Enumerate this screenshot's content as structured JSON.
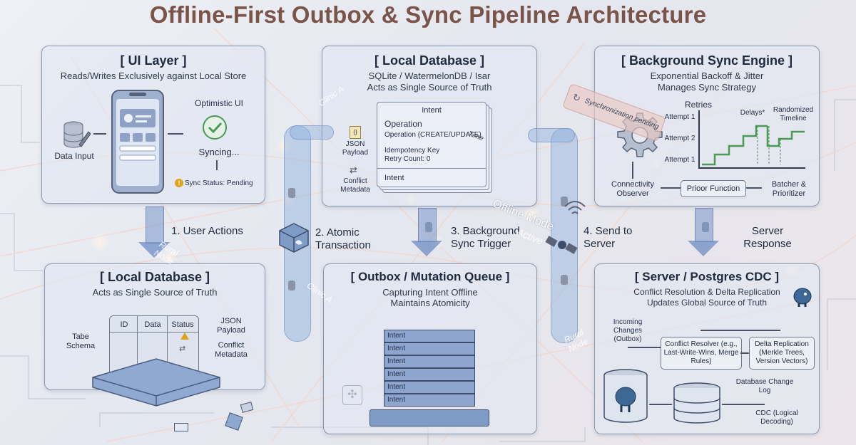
{
  "title": "Offline-First Outbox & Sync Pipeline Architecture",
  "ui_layer": {
    "title": "[ UI Layer ]",
    "subtitle": "Reads/Writes Exclusively against Local Store",
    "data_input": "Data Input",
    "optimistic_ui": "Optimistic UI",
    "syncing": "Syncing...",
    "sync_status": "Sync Status: Pending"
  },
  "local_db_top": {
    "title": "[ Local  Database ]",
    "subtitle_1": "SQLite / WatermelonDB / Isar",
    "subtitle_2": "Acts as Single Source of Truth",
    "intent_header": "Intent",
    "operation": "Operation",
    "operation_detail": "Operation (CREATE/UPDATE)",
    "idempotency": "Idempotency Key",
    "retry": "Retry Count: 0",
    "intent_footer": "Intent",
    "json_payload": "JSON Payload",
    "conflict_metadata": "Conflict Metadata"
  },
  "sync_engine": {
    "title": "[ Background Sync Engine ]",
    "subtitle_1": "Exponential Backoff & Jitter",
    "subtitle_2": "Manages Sync Strategy",
    "banner": "Synchronization pending",
    "retries": "Retries",
    "attempt_1": "Attempt 1",
    "attempt_2": "Attempt 2",
    "attempt_3": "Attempt 1",
    "delays": "Delays*",
    "randomized": "Randomized Timeline",
    "connectivity": "Connectivity Observer",
    "prior_function": "Prioor Function",
    "batcher": "Batcher & Prioritizer"
  },
  "steps": {
    "s1": "1. User Actions",
    "s2": "2. Atomic Transaction",
    "s3": "3. Background Sync Trigger",
    "s4": "4. Send to Server",
    "s5": "Server Response"
  },
  "local_db_bottom": {
    "title": "[ Local Database ]",
    "subtitle": "Acts as Single Source of Truth",
    "col_id": "ID",
    "col_data": "Data",
    "col_status": "Status",
    "table_schema": "Tabe Schema",
    "json_payload": "JSON Payload",
    "conflict_metadata": "Conflict Metadata"
  },
  "outbox": {
    "title": "[ Outbox / Mutation Queue ]",
    "subtitle_1": "Capturing Intent Offline",
    "subtitle_2": "Maintains Atomicity",
    "stack": [
      "Intent",
      "Intent",
      "Intent",
      "Intent",
      "Intent",
      "Intent"
    ]
  },
  "server": {
    "title": "[ Server / Postgres CDC ]",
    "subtitle_1": "Conflict Resolution & Delta Replication",
    "subtitle_2": "Updates Global Source of Truth",
    "incoming": "Incoming Changes (Outbox)",
    "resolver": "Conflict Resolver (e.g., Last-Write-Wins, Merge Rules)",
    "delta": "Delta Replication (Merkle Trees, Version Vectors)",
    "change_log": "Database Change Log",
    "cdc": "CDC (Logical Decoding)"
  },
  "overlays": {
    "clinic_a_1": "Clinic A",
    "clinic_a_2": "Clinic A",
    "offline_mode": "Offline Mode",
    "active": "Active",
    "rural_node_1": "Rural Node",
    "rural_node_2": "Rural Node",
    "time": "Time"
  },
  "colors": {
    "title": "#7a5448",
    "panel_border": "#8b97ad",
    "arrow": "#6e8cc3",
    "accent_green": "#4a9a55",
    "warning": "#e0a21a"
  }
}
